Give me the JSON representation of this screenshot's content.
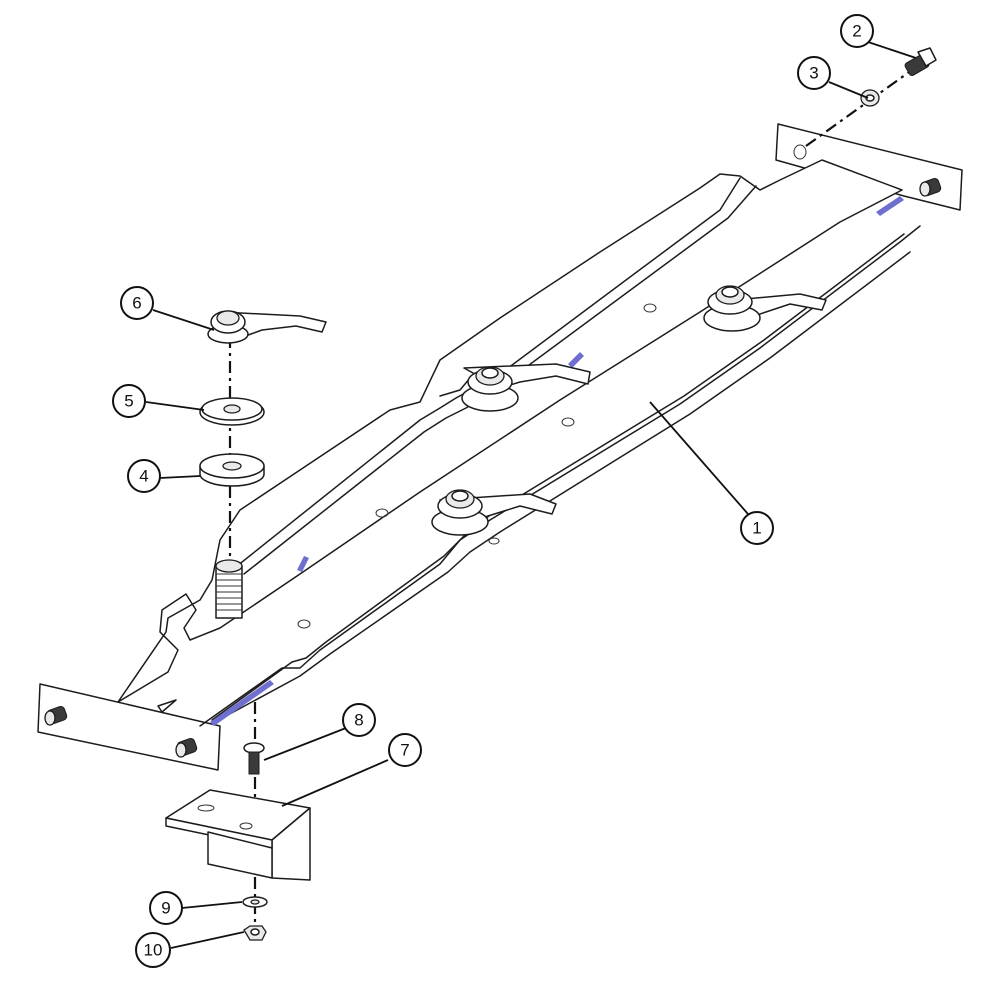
{
  "callouts": [
    {
      "id": "callout-1",
      "label": "1",
      "accent": "#111111"
    },
    {
      "id": "callout-2",
      "label": "2",
      "accent": "#111111"
    },
    {
      "id": "callout-3",
      "label": "3",
      "accent": "#111111"
    },
    {
      "id": "callout-4",
      "label": "4",
      "accent": "#111111"
    },
    {
      "id": "callout-5",
      "label": "5",
      "accent": "#111111"
    },
    {
      "id": "callout-6",
      "label": "6",
      "accent": "#111111"
    },
    {
      "id": "callout-7",
      "label": "7",
      "accent": "#111111"
    },
    {
      "id": "callout-8",
      "label": "8",
      "accent": "#111111"
    },
    {
      "id": "callout-9",
      "label": "9",
      "accent": "#111111"
    },
    {
      "id": "callout-10",
      "label": "10",
      "accent": "#111111"
    }
  ],
  "colors": {
    "line": "#1c1c1c",
    "highlight": "#6f6fcf",
    "background": "#ffffff"
  }
}
